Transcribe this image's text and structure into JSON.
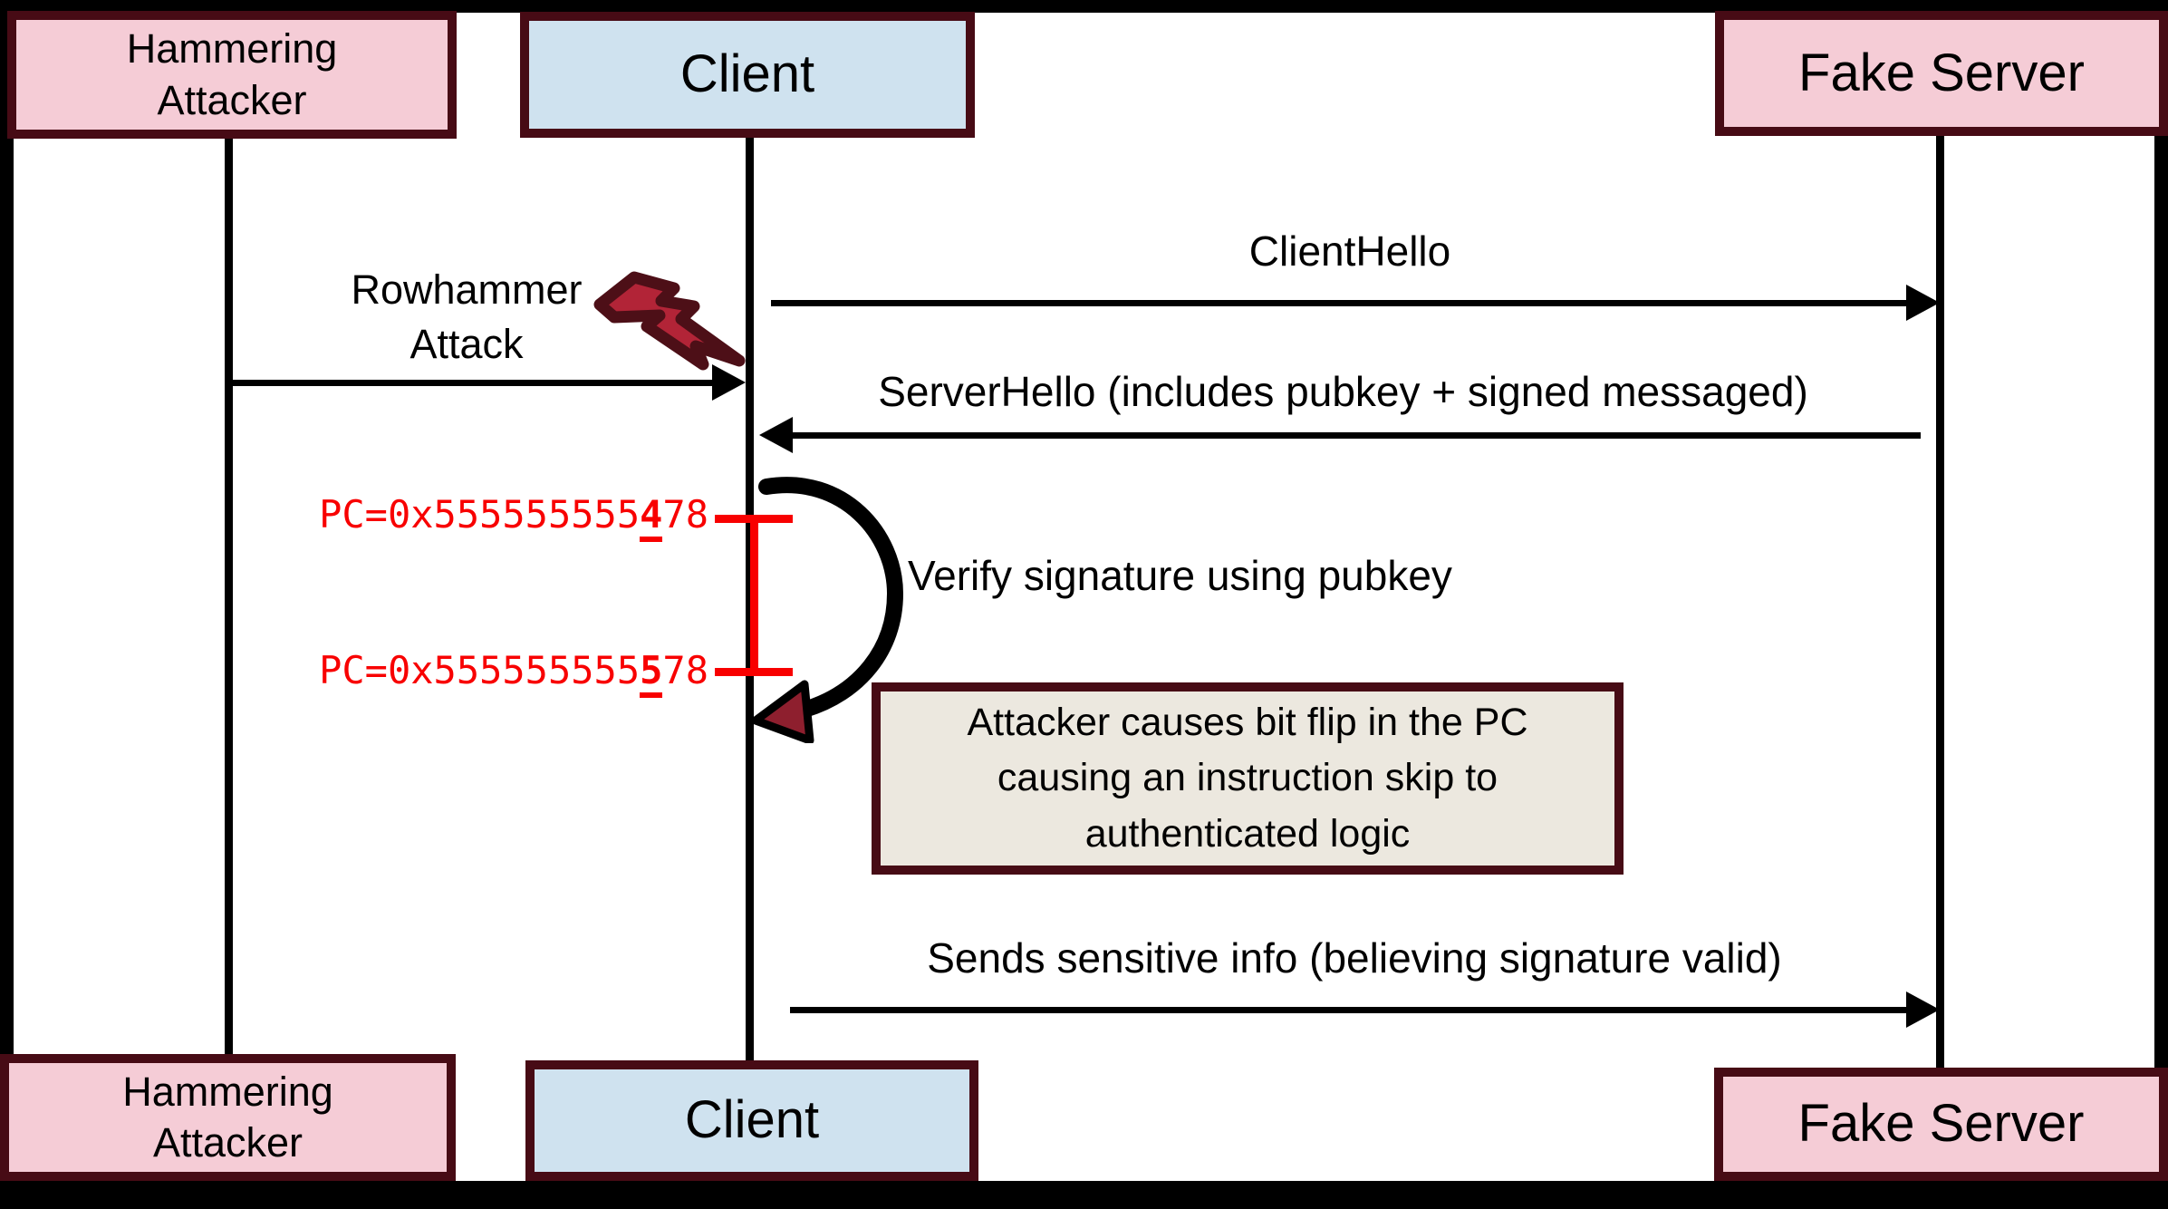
{
  "title": "Rowhammer TLS fake-server attack sequence diagram",
  "colors": {
    "actor_pink": "#f5ccd6",
    "actor_blue": "#cfe2ef",
    "border_maroon": "#470b15",
    "note_fill": "#ece8df",
    "annotation_red": "#f80000",
    "bolt_fill": "#b22437",
    "bolt_outline": "#4d0f17",
    "loop_arrowhead_fill": "#8e1f2e",
    "line_black": "#000000"
  },
  "actors": {
    "attacker": {
      "line1": "Hammering",
      "line2": "Attacker"
    },
    "client": {
      "label": "Client"
    },
    "fake_server": {
      "label": "Fake Server"
    }
  },
  "messages": {
    "client_hello": "ClientHello",
    "rowhammer_line1": "Rowhammer",
    "rowhammer_line2": "Attack",
    "server_hello": "ServerHello (includes pubkey + signed messaged)",
    "verify": "Verify signature using pubkey",
    "sends": "Sends sensitive info (believing signature valid)"
  },
  "annotations": {
    "pc_before": {
      "prefix": "PC=0x555555555",
      "flipped": "4",
      "suffix": "78"
    },
    "pc_after": {
      "prefix": "PC=0x555555555",
      "flipped": "5",
      "suffix": "78"
    },
    "note_line1": "Attacker causes bit flip in the PC",
    "note_line2": "causing an instruction skip to",
    "note_line3": "authenticated logic"
  },
  "icons": {
    "lightning_bolt": "lightning-bolt-icon",
    "self_loop": "self-loop-arrow-icon"
  }
}
